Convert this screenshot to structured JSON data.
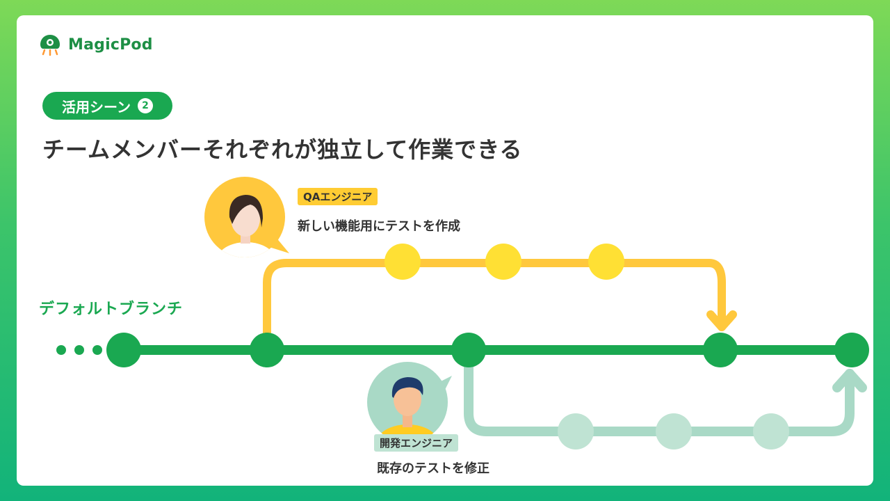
{
  "brand": {
    "name": "MagicPod"
  },
  "section": {
    "label": "活用シーン",
    "number": "2"
  },
  "headline": "チームメンバーそれぞれが独立して作業できる",
  "branch": {
    "label": "デフォルトブランチ"
  },
  "roles": {
    "qa": {
      "badge": "QAエンジニア",
      "desc": "新しい機能用にテストを作成"
    },
    "dev": {
      "badge": "開発エンジニア",
      "desc": "既存のテストを修正"
    }
  },
  "colors": {
    "main_branch": "#1aa851",
    "qa_branch": "#ffc83d",
    "qa_commit": "#ffe034",
    "dev_branch": "#a9d9c6",
    "dev_commit": "#bfe3d3",
    "background_gradient": [
      "#7ed957",
      "#12b37a"
    ]
  }
}
